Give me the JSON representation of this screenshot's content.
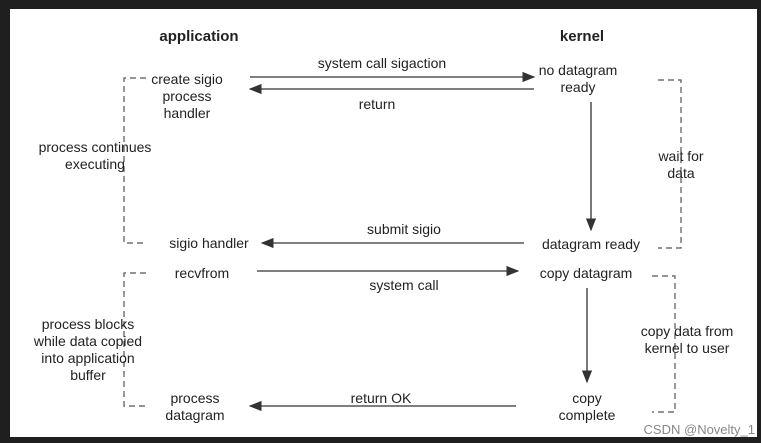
{
  "headers": {
    "application": "application",
    "kernel": "kernel"
  },
  "steps": {
    "create_handler": [
      "create sigio",
      "process",
      "handler"
    ],
    "no_datagram": [
      "no datagram",
      "ready"
    ],
    "sigio_handler": "sigio handler",
    "datagram_ready": "datagram ready",
    "recvfrom": "recvfrom",
    "copy_datagram": "copy datagram",
    "process_datagram": [
      "process",
      "datagram"
    ],
    "copy_complete": [
      "copy",
      "complete"
    ]
  },
  "arrows": {
    "sigaction": "system call sigaction",
    "return": "return",
    "submit_sigio": "submit sigio",
    "system_call": "system call",
    "return_ok": "return OK"
  },
  "braces": {
    "continues": [
      "process continues",
      "executing"
    ],
    "wait": [
      "wait for",
      "data"
    ],
    "blocks": [
      "process blocks",
      "while data copied",
      "into application",
      "buffer"
    ],
    "copy": [
      "copy data from",
      "kernel to user"
    ]
  },
  "watermark": "CSDN @Novelty_1",
  "colors": {
    "line": "#333333",
    "dash": "#555555",
    "background": "#1f1f1f",
    "panel": "#ffffff"
  }
}
